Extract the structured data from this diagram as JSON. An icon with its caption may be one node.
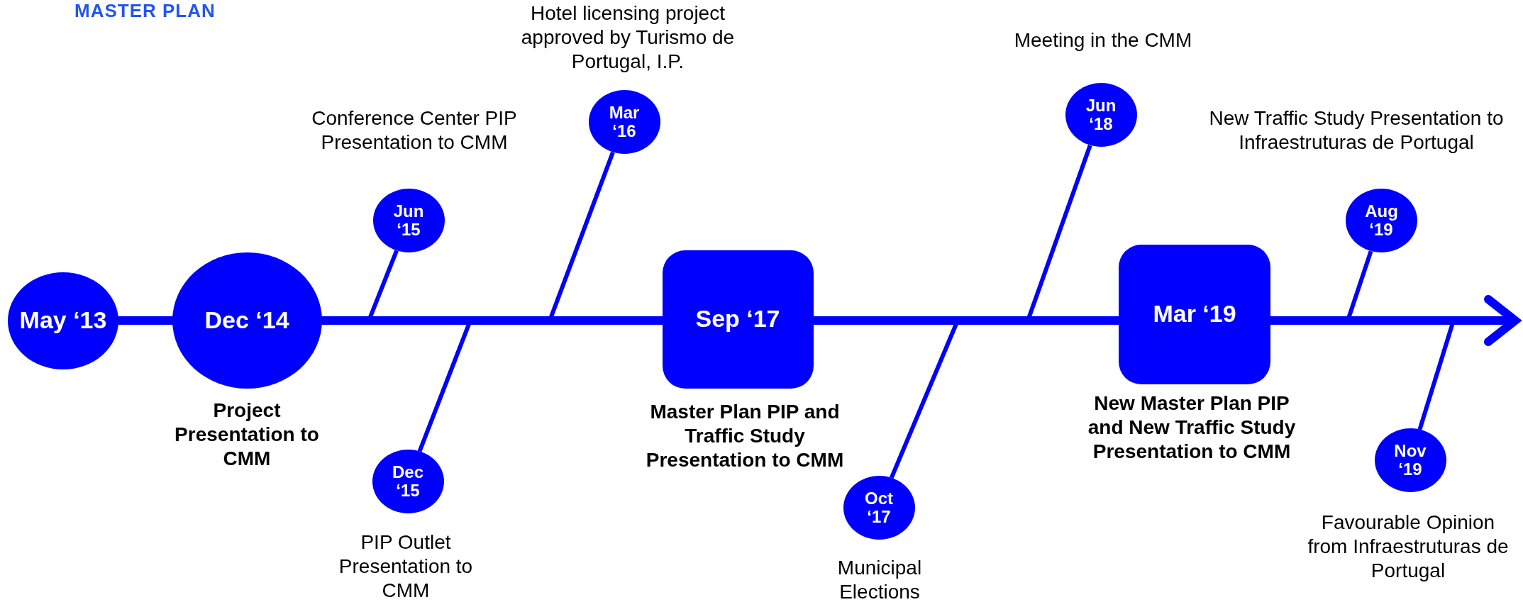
{
  "diagram": {
    "title": "MASTER PLAN",
    "nodes": [
      {
        "text": [
          "May ‘13"
        ]
      },
      {
        "text": [
          "Dec ‘14"
        ],
        "beside": [
          "Project Presentation to CMM"
        ]
      },
      {
        "text": [
          "Jun ‘15"
        ],
        "beside": [
          "Conference Center PIP Presentation to CMM"
        ]
      },
      {
        "text": [
          "Dec ‘15"
        ],
        "beside": [
          "PIP Outlet Presentation to CMM"
        ]
      },
      {
        "text": [
          "Mar ‘16"
        ],
        "beside": [
          "Hotel licensing project approved by Turismo de Portugal, I.P."
        ]
      },
      {
        "text": [
          "Sep ‘17"
        ],
        "beside": [
          "Master Plan PIP and Traffic Study Presentation to CMM"
        ]
      },
      {
        "text": [
          "Oct ‘17"
        ],
        "beside": [
          "Municipal Elections"
        ]
      },
      {
        "text": [
          "Jun ‘18"
        ],
        "beside": [
          "Meeting in the CMM"
        ]
      },
      {
        "text": [
          "Mar ‘19"
        ],
        "beside": [
          "New Master Plan PIP and New Traffic Study Presentation to CMM"
        ]
      },
      {
        "text": [
          "Aug ‘19"
        ],
        "beside": [
          "New Traffic Study Presentation to Infraestruturas de Portugal"
        ]
      },
      {
        "text": [
          "Nov ‘19"
        ],
        "beside": [
          "Favourable Opinion from Infraestruturas de Portugal"
        ]
      }
    ],
    "edges": [
      {
        "from": 0,
        "to": 1,
        "arrow": "none",
        "style": "thick"
      },
      {
        "from": 1,
        "to": 5,
        "arrow": "none",
        "style": "thick"
      },
      {
        "from": 5,
        "to": 8,
        "arrow": "none",
        "style": "thick"
      },
      {
        "from": 8,
        "to": null,
        "arrow": "to",
        "style": "thick"
      },
      {
        "from": 2,
        "to": null,
        "arrow": "none"
      },
      {
        "from": 3,
        "to": null,
        "arrow": "none"
      },
      {
        "from": 4,
        "to": null,
        "arrow": "none"
      },
      {
        "from": 6,
        "to": null,
        "arrow": "none"
      },
      {
        "from": 7,
        "to": null,
        "arrow": "none"
      },
      {
        "from": 9,
        "to": null,
        "arrow": "none"
      },
      {
        "from": 10,
        "to": null,
        "arrow": "none"
      }
    ]
  }
}
